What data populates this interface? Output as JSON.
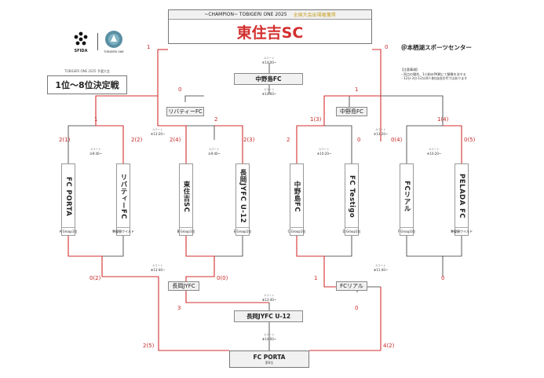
{
  "header": {
    "event_title": "~CHAMPION~ TOBIGERI ONE 2025",
    "qualifier_note": "全国大会出場権獲得",
    "champion": "東住吉SC"
  },
  "logos": {
    "sfida": "SFIDA",
    "tobigeri": "TOBIGERI ONE"
  },
  "venue": "＠本栖湖スポーツセンター",
  "left_caption": {
    "sub": "TOBIGERI ONE 2025 予選大会",
    "title": "1位～8位決定戦"
  },
  "notes": {
    "title": "【注意事項】",
    "line1": "・同点の場合、3人制のPK戦にて勝敗を決する",
    "line2": "・12分-3分-12分(8人制)自由交代ではあります"
  },
  "teams": [
    {
      "name": "FC PORTA",
      "group": "A Group1位"
    },
    {
      "name": "リバティーFC",
      "group": "準優勝ワイルド"
    },
    {
      "name": "東住吉SC",
      "group": "B Group1位"
    },
    {
      "name": "長岡JYFC U-12",
      "group": "E Group1位"
    },
    {
      "name": "中野島FC",
      "group": "C Group1位"
    },
    {
      "name": "FC Testigo",
      "group": "D Group1位"
    },
    {
      "name": "FCリアル",
      "group": "F Group1位"
    },
    {
      "name": "PELADA FC",
      "group": "準優勝ワイルド"
    }
  ],
  "winners": {
    "sf_left": "リバティーFC",
    "sf_right": "中野島FC",
    "final": "中野島FC",
    "l_sf_left": "長岡JYFC",
    "l_sf_right": "FCリアル",
    "l_final": "長岡JYFC U-12",
    "bottom_final": "FC PORTA",
    "bottom_note": "第8位"
  },
  "match_info": {
    "court": "Aコート",
    "final_time": "⑥14:00~",
    "sf_time": "⑥14:00~",
    "qf1_time": "④13:20~",
    "qf2_time": "⑤13:20~",
    "r1_a_time": "②9:40~",
    "r1_b_time": "②9:40~",
    "r1_c_time": "④10:20~",
    "r1_d_time": "④10:20~",
    "l_sf_left_time": "⑧13:40~",
    "l_sf_right_time": "⑧11:40~",
    "l_final_time": "⑧13:40~",
    "bottom_time": "⑧14:00~"
  },
  "scores": {
    "champ_left": "1",
    "champ_right": "0",
    "sf_left_a": "0",
    "sf_left_b": "2",
    "sf_right_a": "1(3)",
    "sf_right_b": "1(4)",
    "sfl_top": "0",
    "sfr_top": "1",
    "qf1_left": "1",
    "r1_a_left": "2(1)",
    "r1_a_right": "2(2)",
    "r1_b_left": "2(4)",
    "r1_b_right": "2(3)",
    "r1_c_left": "2",
    "r1_c_right": "0",
    "r1_d_left": "0(4)",
    "r1_d_right": "0(5)",
    "l_a_left": "0(2)",
    "l_a_right": "0(0)",
    "l_b_left": "1",
    "l_b_right": "0",
    "l_final_left": "3",
    "l_final_right": "0",
    "bottom_left": "2(5)",
    "bottom_right": "4(2)"
  }
}
